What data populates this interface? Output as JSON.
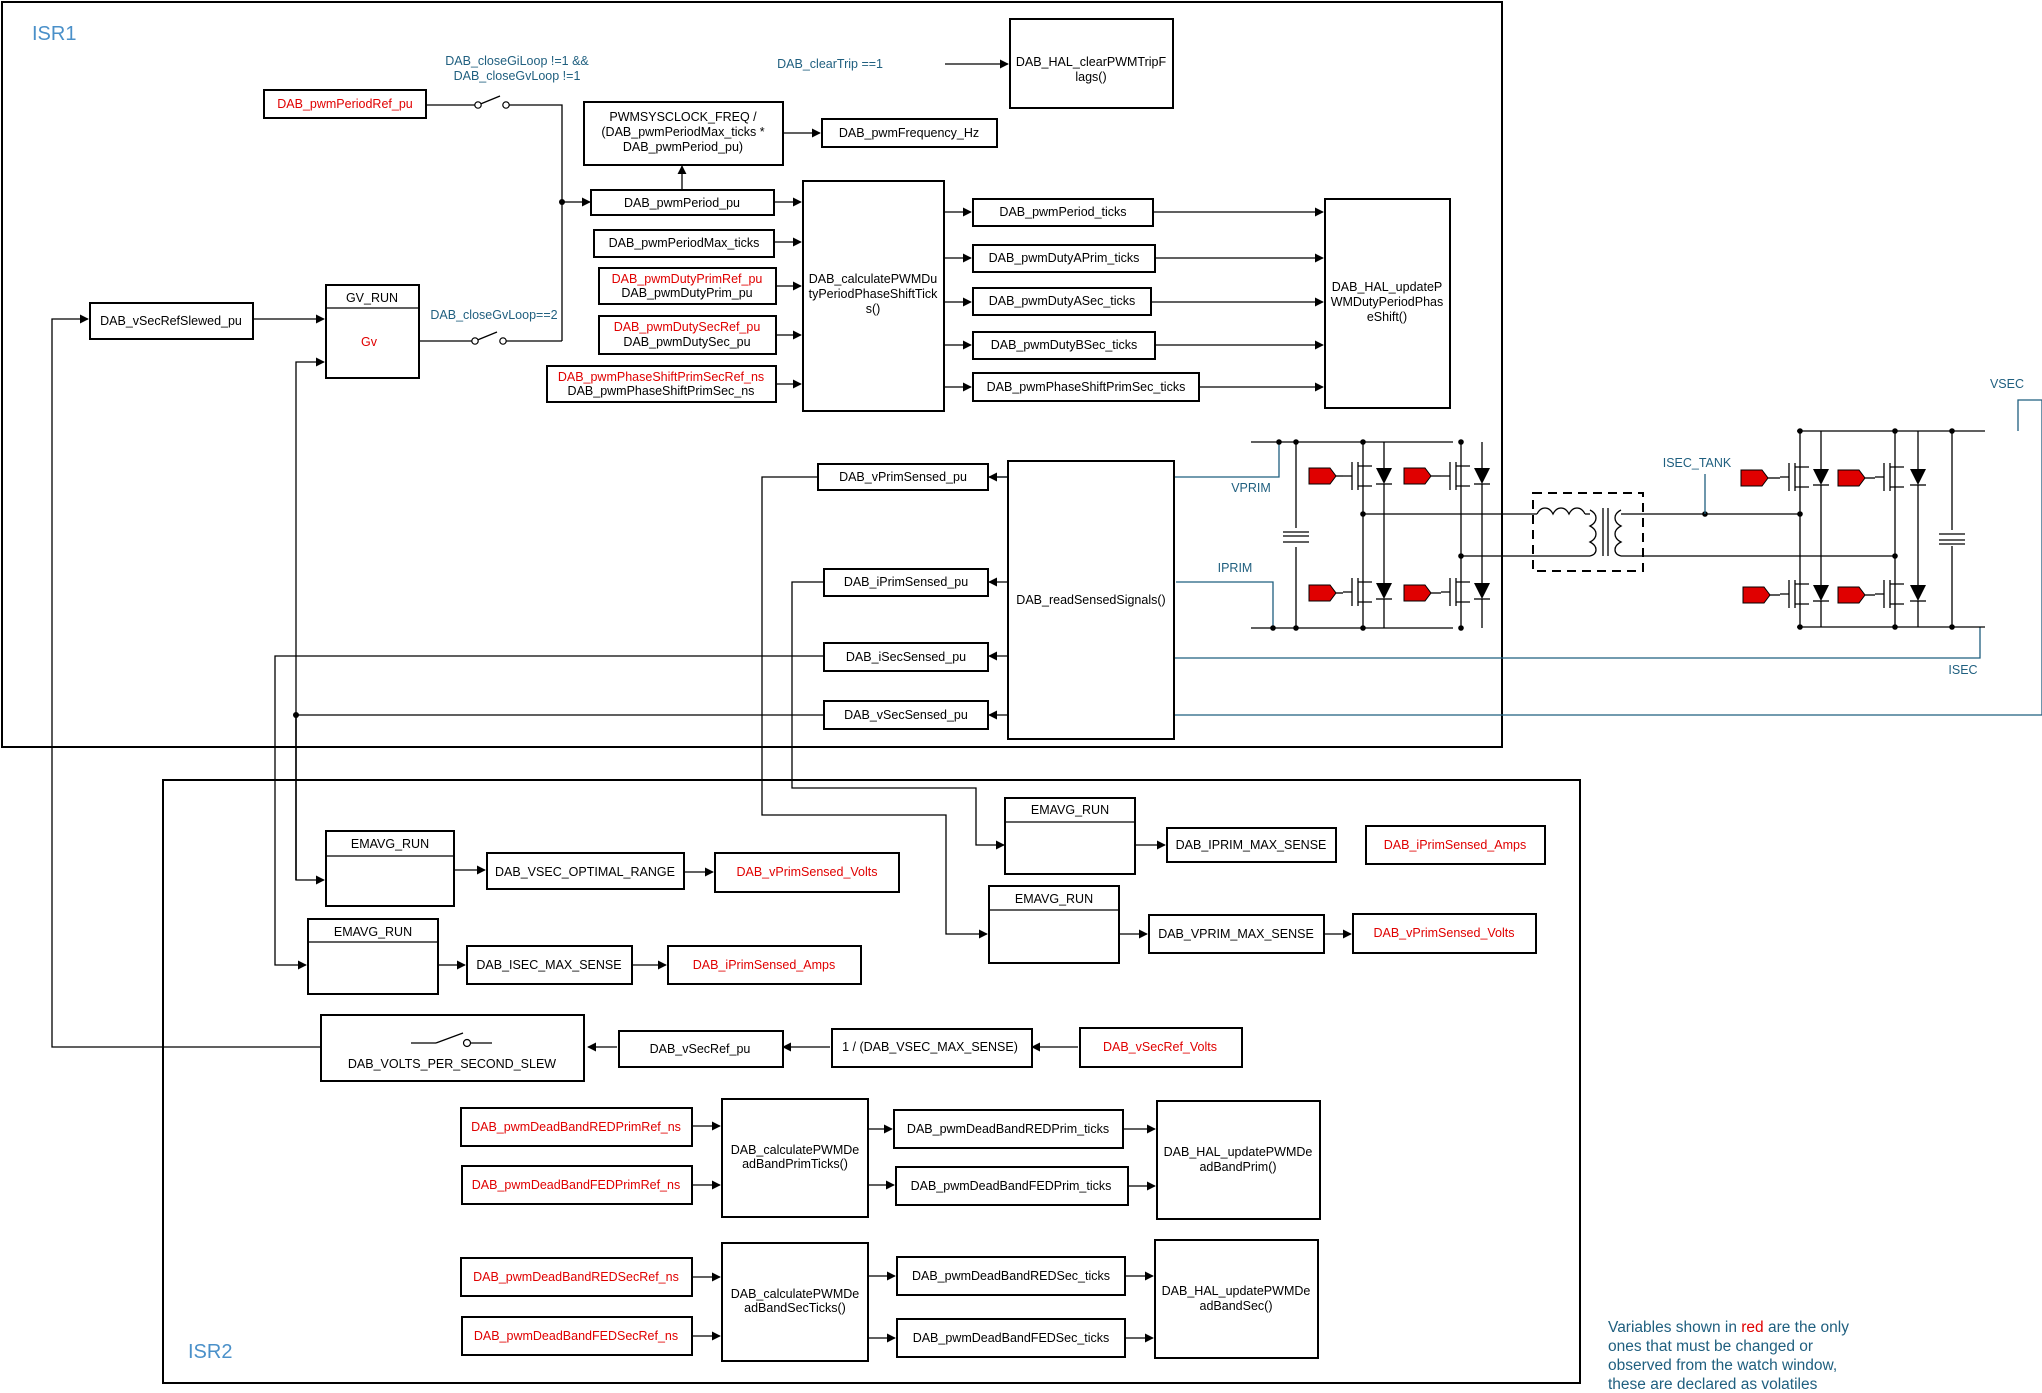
{
  "frames": {
    "isr1_label": "ISR1",
    "isr2_label": "ISR2"
  },
  "conditions": {
    "close_gi_loop_1": "DAB_closeGiLoop !=1 &&",
    "close_gi_loop_2": "DAB_closeGvLoop !=1",
    "close_gv_loop": "DAB_closeGvLoop==2",
    "clear_trip": "DAB_clearTrip ==1"
  },
  "isr1": {
    "pwm_period_ref": "DAB_pwmPeriodRef_pu",
    "clear_pwm_trip_flags": [
      "DAB_HAL_clearPWMTripF",
      "lags()"
    ],
    "pwm_freq_formula": [
      "PWMSYSCLOCK_FREQ /",
      "(DAB_pwmPeriodMax_ticks *",
      "DAB_pwmPeriod_pu)"
    ],
    "pwm_frequency_hz": "DAB_pwmFrequency_Hz",
    "pwm_period_pu": "DAB_pwmPeriod_pu",
    "pwm_period_max_ticks": "DAB_pwmPeriodMax_ticks",
    "duty_prim_ref": "DAB_pwmDutyPrimRef_pu",
    "duty_prim": "DAB_pwmDutyPrim_pu",
    "duty_sec_ref": "DAB_pwmDutySecRef_pu",
    "duty_sec": "DAB_pwmDutySec_pu",
    "phase_shift_ref": "DAB_pwmPhaseShiftPrimSecRef_ns",
    "phase_shift": "DAB_pwmPhaseShiftPrimSec_ns",
    "calc_phase_shift": [
      "DAB_calculatePWMDu",
      "tyPeriodPhaseShiftTick",
      "s()"
    ],
    "period_ticks": "DAB_pwmPeriod_ticks",
    "duty_a_prim_ticks": "DAB_pwmDutyAPrim_ticks",
    "duty_a_sec_ticks": "DAB_pwmDutyASec_ticks",
    "duty_b_sec_ticks": "DAB_pwmDutyBSec_ticks",
    "phase_shift_ticks": "DAB_pwmPhaseShiftPrimSec_ticks",
    "update_duty_period": [
      "DAB_HAL_updateP",
      "WMDutyPeriodPhas",
      "eShift()"
    ],
    "vsec_ref_slewed": "DAB_vSecRefSlewed_pu",
    "gv_run_title": "GV_RUN",
    "gv_run_body": "Gv",
    "v_prim_sensed": "DAB_vPrimSensed_pu",
    "i_prim_sensed": "DAB_iPrimSensed_pu",
    "i_sec_sensed": "DAB_iSecSensed_pu",
    "v_sec_sensed": "DAB_vSecSensed_pu",
    "read_sensed_signals": "DAB_readSensedSignals()"
  },
  "circuit": {
    "vprim": "VPRIM",
    "iprim": "IPRIM",
    "isec_tank": "ISEC_TANK",
    "vsec": "VSEC",
    "isec": "ISEC"
  },
  "isr2": {
    "emavg_run": "EMAVG_RUN",
    "iprim_max_sense": "DAB_IPRIM_MAX_SENSE",
    "iprim_sensed_amps": "DAB_iPrimSensed_Amps",
    "vprim_max_sense": "DAB_VPRIM_MAX_SENSE",
    "vprim_sensed_volts": "DAB_vPrimSensed_Volts",
    "vsec_optimal_range": "DAB_VSEC_OPTIMAL_RANGE",
    "isec_max_sense": "DAB_ISEC_MAX_SENSE",
    "volts_per_second_slew": "DAB_VOLTS_PER_SECOND_SLEW",
    "vsec_ref_pu": "DAB_vSecRef_pu",
    "vsec_max_sense_recip": "1 / (DAB_VSEC_MAX_SENSE)",
    "vsec_ref_volts": "DAB_vSecRef_Volts",
    "deadband_red_prim_ref": "DAB_pwmDeadBandREDPrimRef_ns",
    "deadband_fed_prim_ref": "DAB_pwmDeadBandFEDPrimRef_ns",
    "calc_deadband_prim": [
      "DAB_calculatePWMDe",
      "adBandPrimTicks()"
    ],
    "deadband_red_prim_ticks": "DAB_pwmDeadBandREDPrim_ticks",
    "deadband_fed_prim_ticks": "DAB_pwmDeadBandFEDPrim_ticks",
    "update_deadband_prim": [
      "DAB_HAL_updatePWMDe",
      "adBandPrim()"
    ],
    "deadband_red_sec_ref": "DAB_pwmDeadBandREDSecRef_ns",
    "deadband_fed_sec_ref": "DAB_pwmDeadBandFEDSecRef_ns",
    "calc_deadband_sec": [
      "DAB_calculatePWMDe",
      "adBandSecTicks()"
    ],
    "deadband_red_sec_ticks": "DAB_pwmDeadBandREDSec_ticks",
    "deadband_fed_sec_ticks": "DAB_pwmDeadBandFEDSec_ticks",
    "update_deadband_sec": [
      "DAB_HAL_updatePWMDe",
      "adBandSec()"
    ]
  },
  "note": {
    "line1_pre": "Variables shown in ",
    "line1_red": "red",
    "line1_post": " are the only",
    "line2": "ones that must be changed or",
    "line3": "observed from the watch window,",
    "line4": "these are declared as volatiles"
  },
  "colors": {
    "red_variable": "#e00000",
    "blue_label": "#1f5f7f",
    "isr_label": "#4a90c9"
  }
}
